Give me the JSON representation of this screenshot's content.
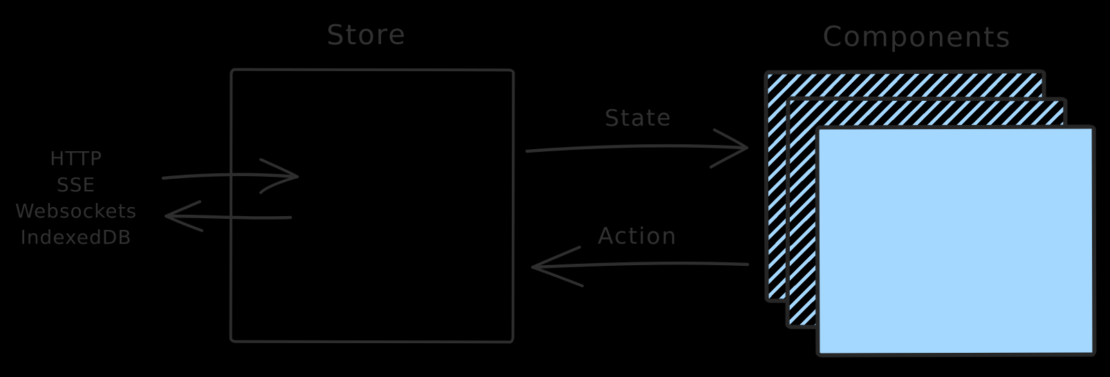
{
  "colors": {
    "background": "#000000",
    "ink": "#2e2e2e",
    "accent_blue": "#a5d8ff"
  },
  "store": {
    "title": "Store"
  },
  "components": {
    "title": "Components",
    "layers": 3
  },
  "transports": {
    "labels": [
      "HTTP",
      "SSE",
      "Websockets",
      "IndexedDB"
    ]
  },
  "flows": {
    "state": {
      "label": "State",
      "direction": "store-to-components"
    },
    "action": {
      "label": "Action",
      "direction": "components-to-store"
    }
  }
}
